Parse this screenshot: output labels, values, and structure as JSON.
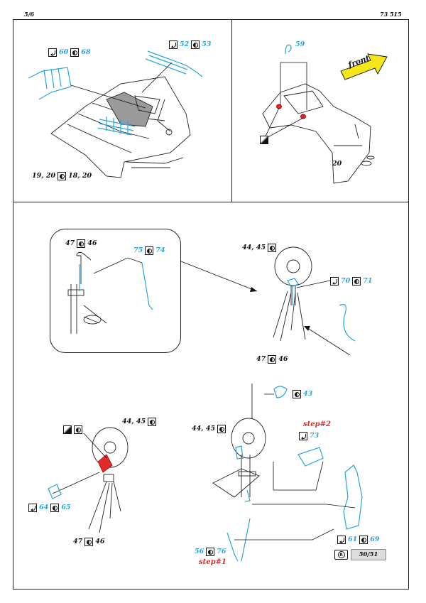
{
  "header": {
    "page": "5/6",
    "code": "73 515"
  },
  "panel1": {
    "label_60_68": {
      "a": "60",
      "b": "68"
    },
    "label_52_53": {
      "a": "52",
      "b": "53"
    },
    "label_19_20": {
      "a": "19, 20",
      "b": "18, 20"
    }
  },
  "panel2": {
    "label_59": "59",
    "front_label": "front",
    "label_20": "20"
  },
  "panel3": {
    "detail_47_46": {
      "a": "47",
      "b": "46"
    },
    "detail_75_74": {
      "a": "75",
      "b": "74"
    },
    "label_44_45": "44, 45",
    "label_70_71": {
      "a": "70",
      "b": "71"
    },
    "label_47_46": {
      "a": "47",
      "b": "46"
    }
  },
  "panel4": {
    "label_44_45": "44, 45",
    "label_64_65": {
      "a": "64",
      "b": "65"
    },
    "label_47_46": {
      "a": "47",
      "b": "46"
    }
  },
  "panel5": {
    "label_43": "43",
    "label_44_45": "44, 45",
    "step2": "step#2",
    "label_73": "73",
    "label_61_69": {
      "a": "61",
      "b": "69"
    },
    "label_56_76": {
      "a": "56",
      "b": "76"
    },
    "step1": "step#1",
    "ref_number": "50/51"
  },
  "colors": {
    "photo_etch": "#29a6dc",
    "step": "#e02b2b",
    "front_arrow": "#f5e61a"
  }
}
